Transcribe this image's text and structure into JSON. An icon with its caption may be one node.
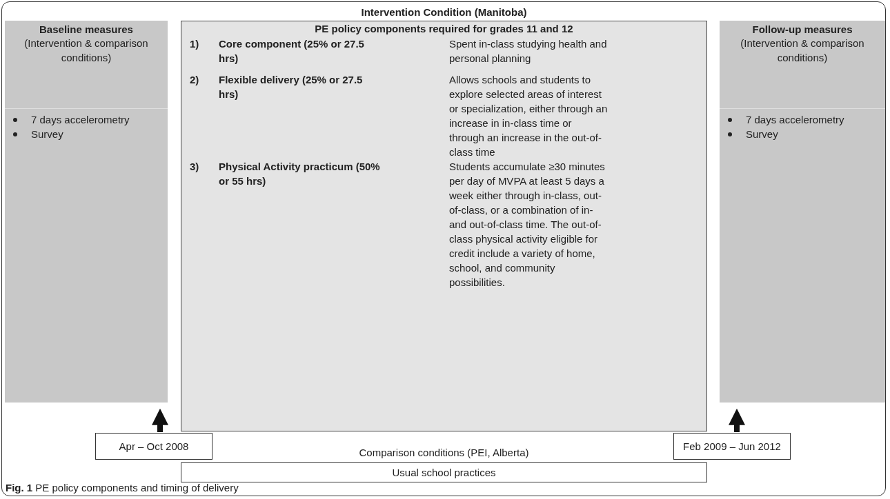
{
  "diagram": {
    "caption": "**Fig. 1** PE policy components and timing of delivery",
    "nodes": [
      {
        "text": [
          "Baseline measures",
          "(Intervention & comparison conditions)",
          "7 days accelerometry",
          "Survey"
        ]
      },
      {
        "text": [
          "Intervention Condition (Manitoba)",
          "PE policy components required for grades 11 and 12",
          "1)",
          "Core component (25% or 27.5 hrs)",
          "Spent in-class studying health and personal planning",
          "2)",
          "Flexible delivery (25% or 27.5 hrs)",
          "Allows schools and students to explore selected areas of interest or specialization, either through an increase in in-class time or through an increase in the out-of-class time",
          "3)",
          "Physical Activity practicum (50% or 55 hrs)",
          "Students accumulate ≥30 minutes per day of MVPA at least 5 days a week either through in-class, out-of-class, or a combination of in- and out-of-class time. The out-of-class physical activity eligible for credit include a variety of home, school, and community possibilities."
        ]
      },
      {
        "text": [
          "Follow-up measures",
          "(Intervention & comparison conditions)",
          "7 days accelerometry",
          "Survey"
        ]
      },
      {
        "text": [
          "Apr – Oct 2008"
        ]
      },
      {
        "text": [
          "Feb 2009 – Jun 2012"
        ]
      },
      {
        "text": [
          "Comparison conditions (PEI, Alberta)",
          "Usual school practices"
        ]
      }
    ],
    "edges": [
      {
        "from": 3,
        "to": 0,
        "arrow": "to"
      },
      {
        "from": 4,
        "to": 2,
        "arrow": "to"
      }
    ]
  }
}
